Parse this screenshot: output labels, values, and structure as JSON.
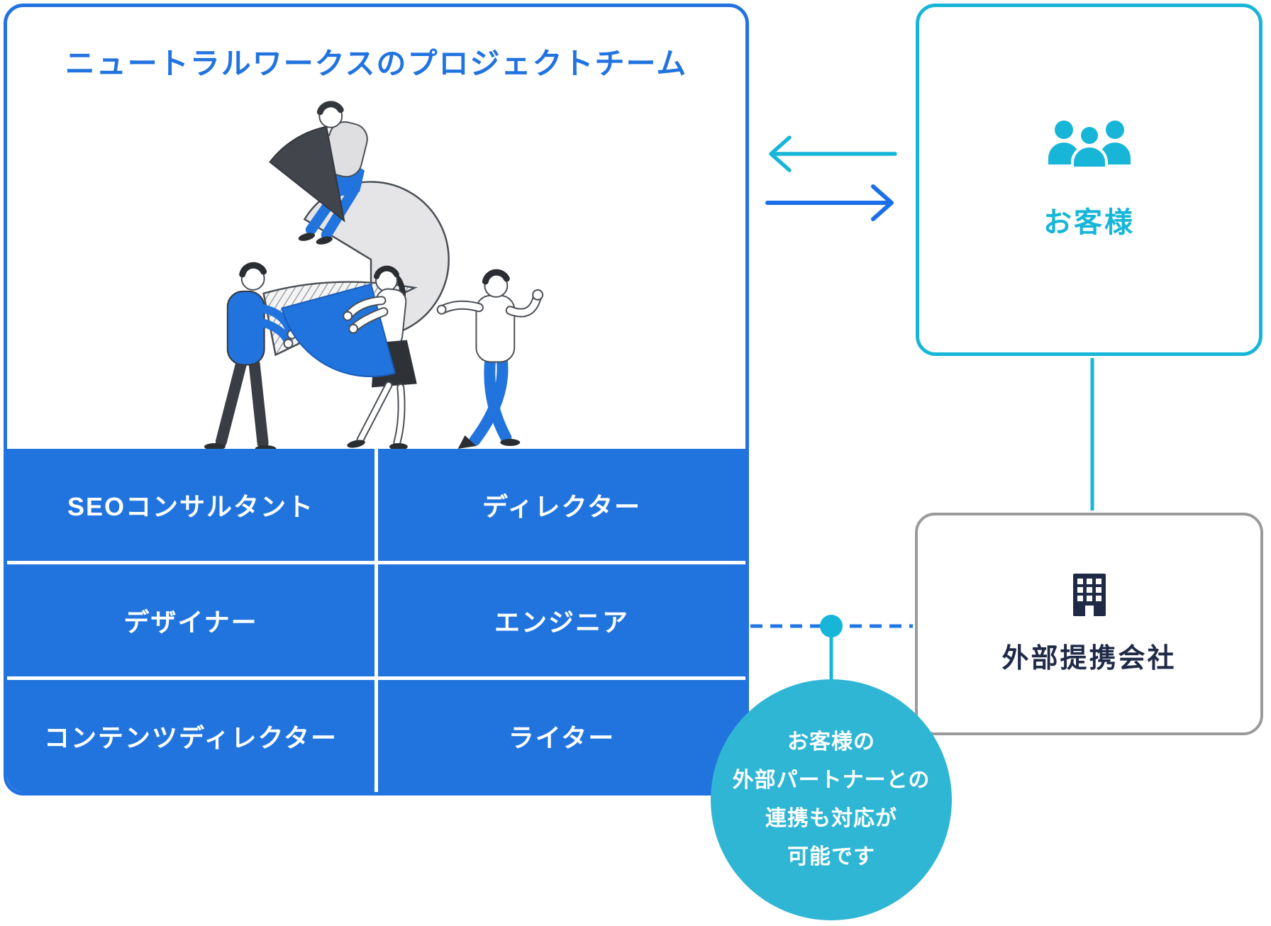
{
  "title": "ニュートラルワークスのプロジェクトチーム",
  "team": {
    "cells": [
      {
        "label": "SEOコンサルタント"
      },
      {
        "label": "ディレクター"
      },
      {
        "label": "デザイナー"
      },
      {
        "label": "エンジニア"
      },
      {
        "label": "コンテンツディレクター"
      },
      {
        "label": "ライター"
      }
    ]
  },
  "customer": {
    "label": "お客様",
    "icon": "people-group-icon"
  },
  "partner": {
    "label": "外部提携会社",
    "icon": "building-icon"
  },
  "bubble": {
    "line1": "お客様の",
    "line2": "外部パートナーとの",
    "line3": "連携も対応が",
    "line4": "可能です"
  },
  "colors": {
    "primary_blue": "#2174DD",
    "border_blue": "#2273E0",
    "arrow_blue": "#1C6FE8",
    "dashed_blue": "#2176E5",
    "cyan": "#17B6D8",
    "bubble_cyan": "#2EB6D4",
    "navy": "#1F2A47",
    "gray_border": "#9A9A9A"
  }
}
